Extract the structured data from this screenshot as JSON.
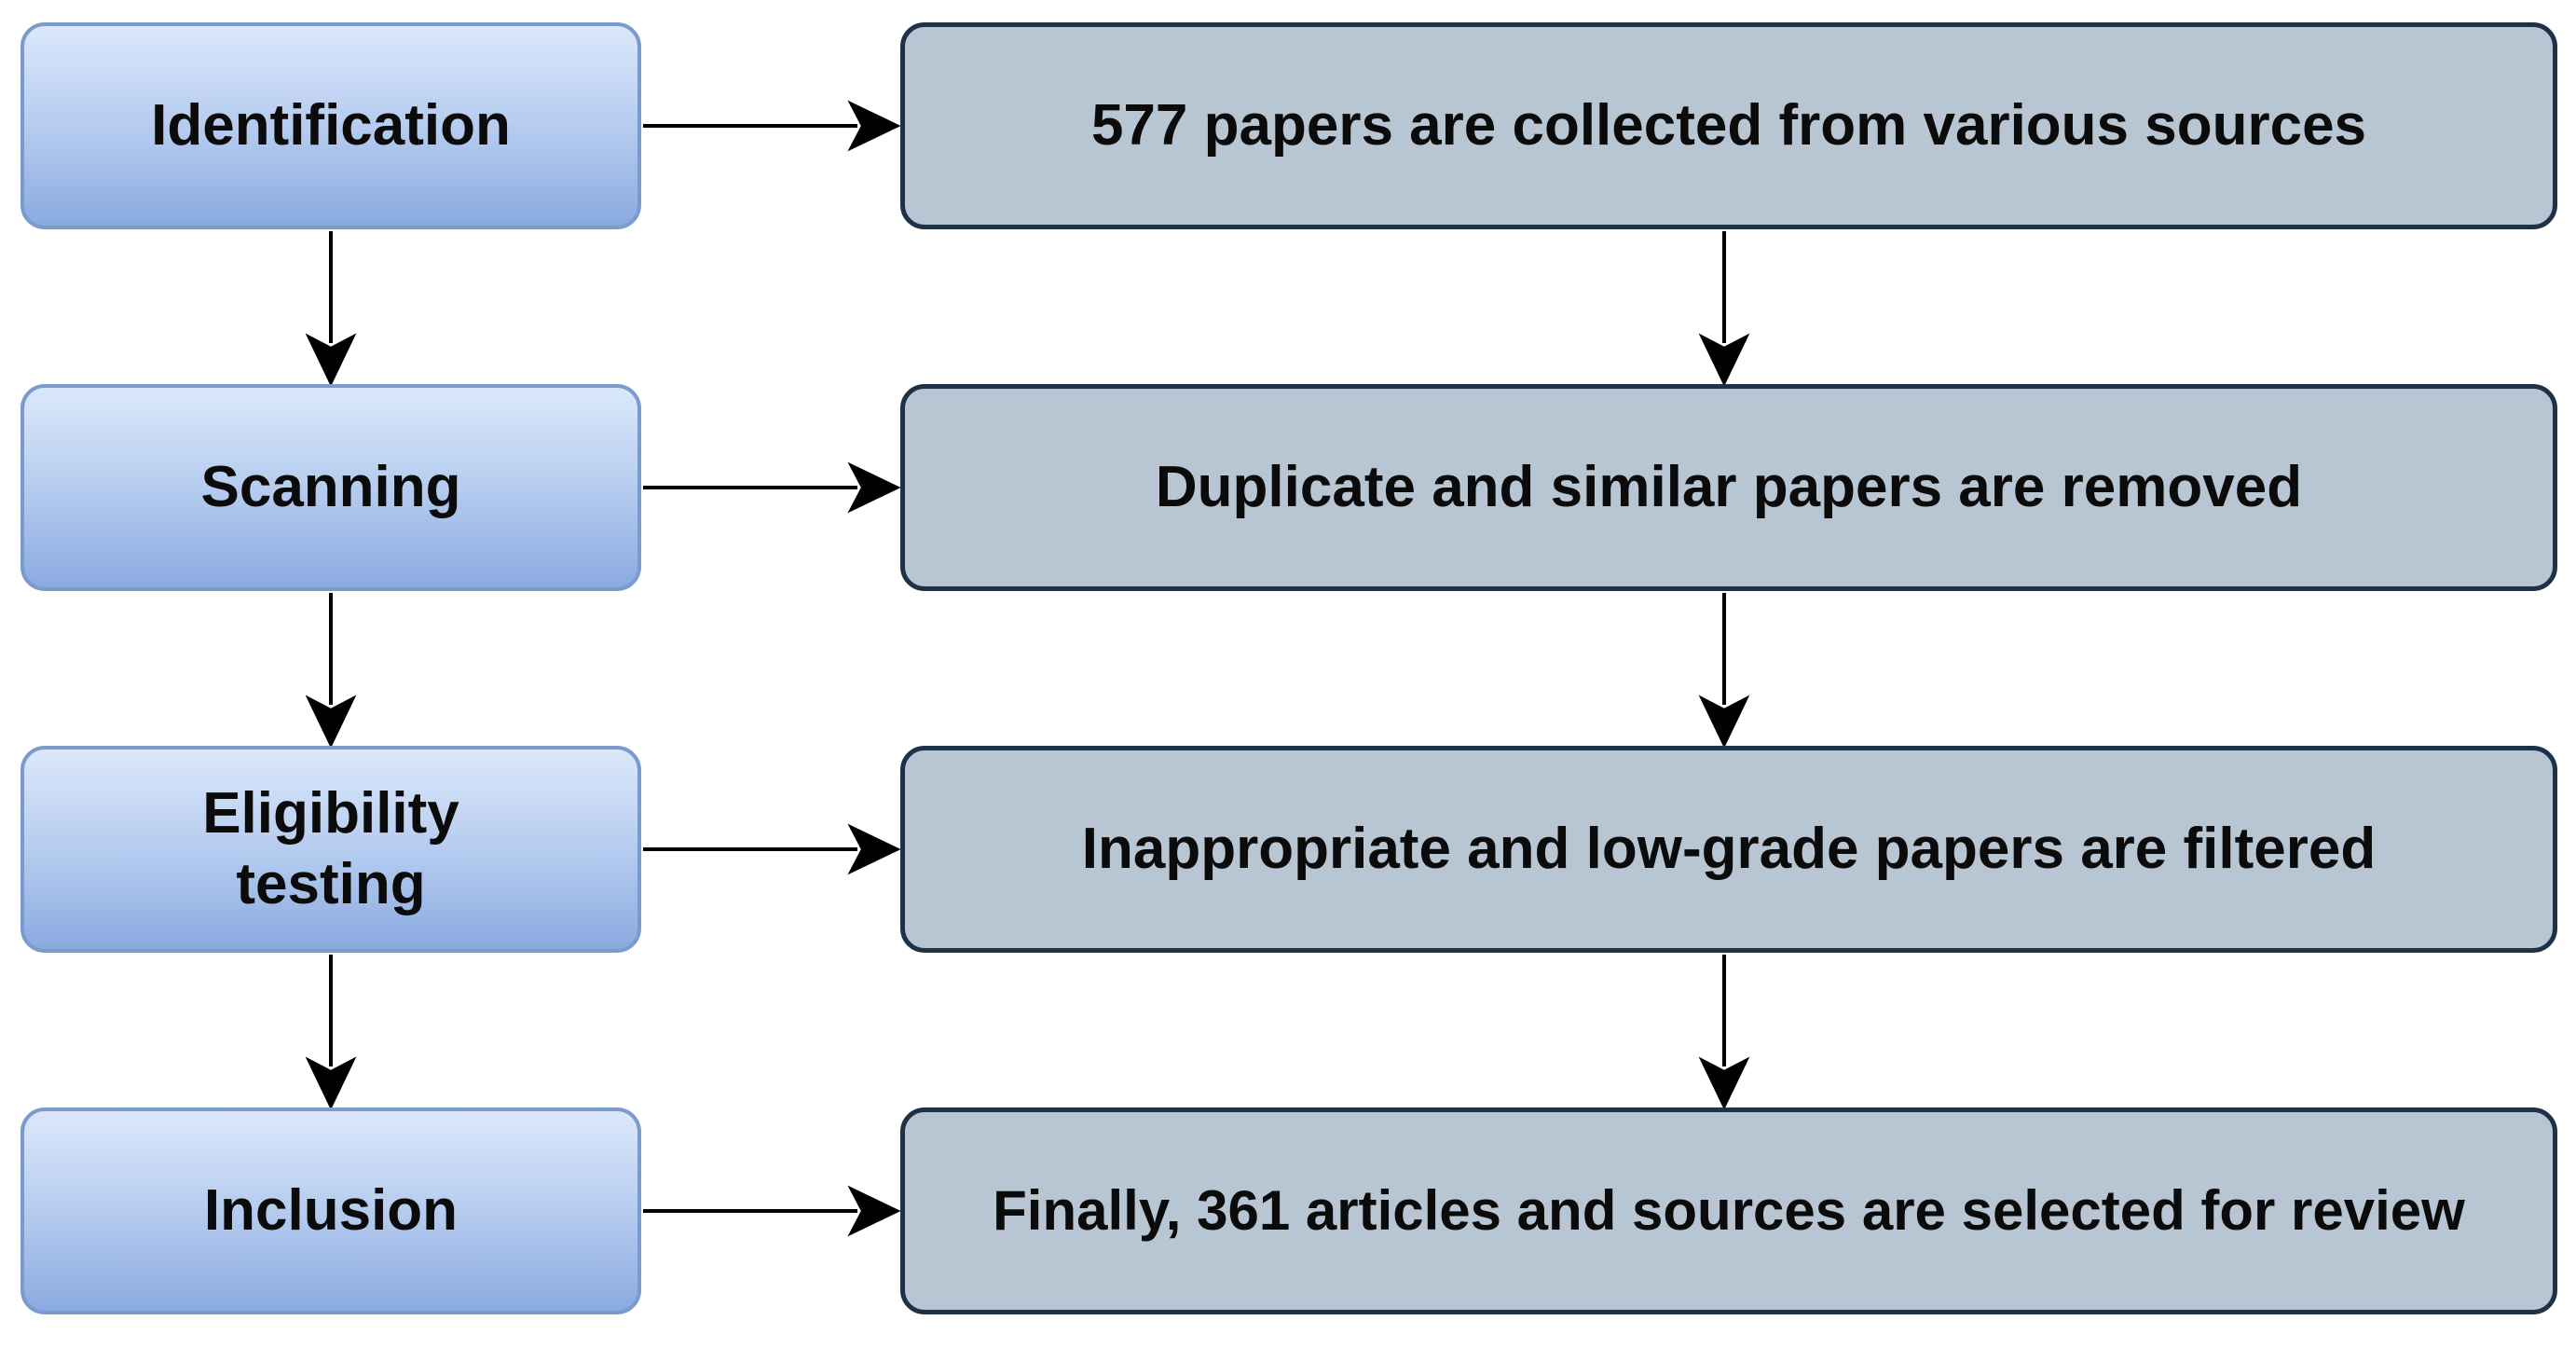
{
  "stages": [
    {
      "label": "Identification"
    },
    {
      "label": "Scanning"
    },
    {
      "label": "Eligibility\ntesting"
    },
    {
      "label": "Inclusion"
    }
  ],
  "steps": [
    {
      "label": "577 papers are collected from various sources"
    },
    {
      "label": "Duplicate and similar papers are removed"
    },
    {
      "label": "Inappropriate and low-grade papers are filtered"
    },
    {
      "label": "Finally, 361 articles and sources are selected for review"
    }
  ],
  "colors": {
    "stage_fill_top": "#dbe8fb",
    "stage_fill_bottom": "#8aaae0",
    "stage_border": "#7a9bcc",
    "step_fill": "#b8c6d3",
    "step_border": "#1e3247",
    "arrow": "#000000"
  }
}
